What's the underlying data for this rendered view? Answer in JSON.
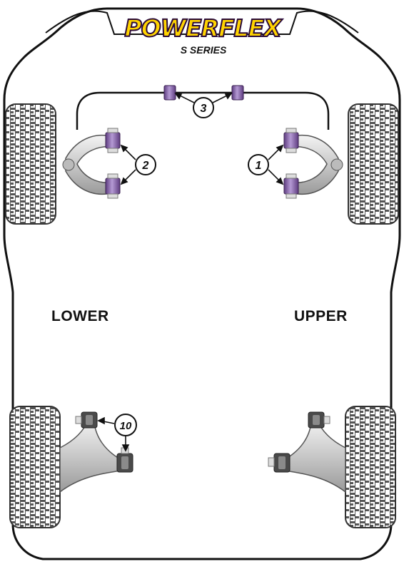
{
  "brand": {
    "logo_text": "POWERFLEX",
    "series": "S SERIES"
  },
  "colors": {
    "logo_fill": "#ffd400",
    "logo_outline": "#2a0a3a",
    "bush_purple": "#7a4a9a",
    "bush_body": "#cfc2e6",
    "tyre": "#4a4a4a"
  },
  "labels": {
    "lower": "LOWER",
    "upper": "UPPER"
  },
  "callouts": [
    {
      "number": "1"
    },
    {
      "number": "2"
    },
    {
      "number": "3"
    },
    {
      "number": "10"
    }
  ]
}
